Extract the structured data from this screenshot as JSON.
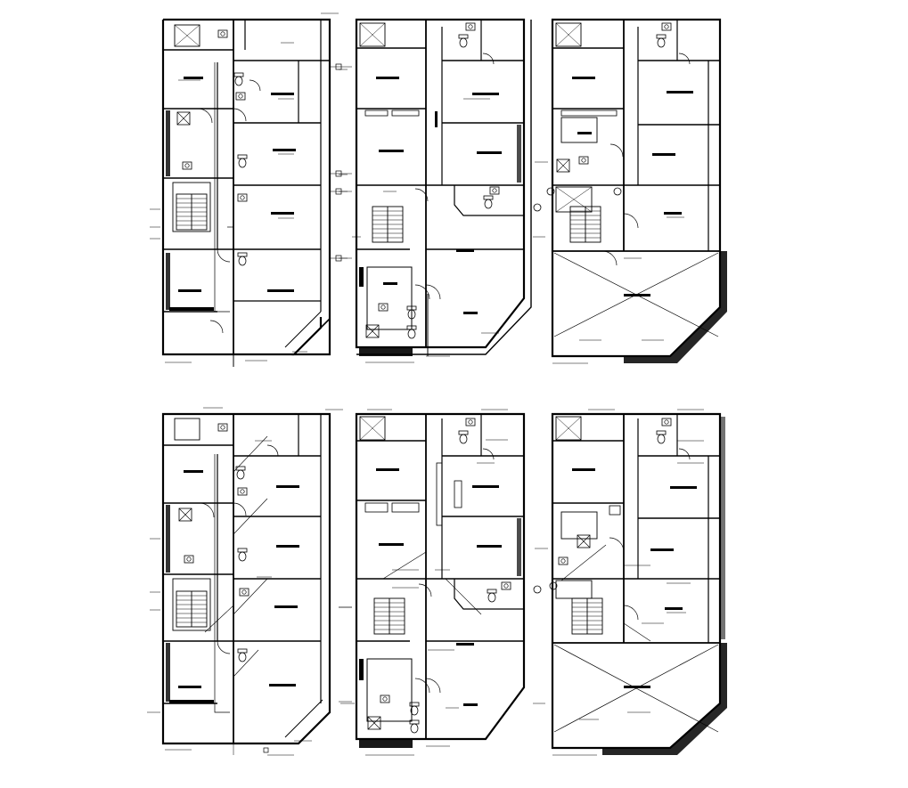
{
  "drawing": {
    "background": "#ffffff",
    "line_color": "#000000",
    "hatch_color": "#000000",
    "panel_count": 6,
    "panels": [
      {
        "id": "top-left"
      },
      {
        "id": "top-middle"
      },
      {
        "id": "top-right"
      },
      {
        "id": "bottom-left"
      },
      {
        "id": "bottom-middle"
      },
      {
        "id": "bottom-right"
      }
    ]
  }
}
